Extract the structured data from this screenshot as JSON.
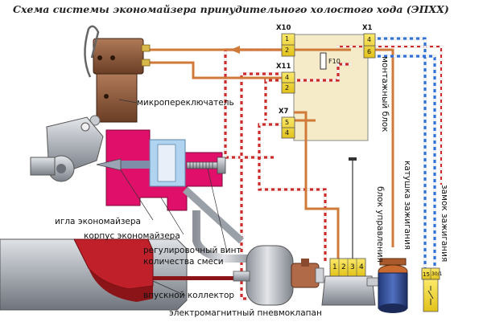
{
  "title": "Схема системы экономайзера принудительного холостого хода (ЭПХХ)",
  "labels": {
    "microswitch": "микропереключатель",
    "needle": "игла экономайзера",
    "body": "корпус экономайзера",
    "screw_line1": "регулировочный винт",
    "screw_line2": "количества смеси",
    "manifold": "впускной коллектор",
    "valve": "электромагнитный пневмоклапан",
    "mount_block": "монтажный блок",
    "control_unit": "блок управления",
    "coil": "катушка зажигания",
    "ignition_lock": "замок зажигания"
  },
  "connectors": {
    "x10": "X10",
    "x1": "X1",
    "x11": "X11",
    "x7": "X7",
    "fuse": "F10"
  },
  "pins": {
    "x10": [
      "1",
      "2"
    ],
    "x1": [
      "4",
      "6"
    ],
    "x11": [
      "4",
      "2"
    ],
    "x7": [
      "5",
      "4"
    ],
    "control": [
      "1",
      "2",
      "3",
      "4"
    ],
    "lock": [
      "15",
      "30/1"
    ]
  },
  "colors": {
    "pink_body": "#e0106a",
    "red_channel": "#c0202a",
    "mount_block_fill": "#f5ebc8",
    "connector_yellow": "#f2dc2a",
    "wire_orange": "#d07a3a",
    "wire_red": "#cc2a2a",
    "wire_blue": "#2f6fd6",
    "wire_white": "#f4f4f4",
    "valve_grey": "#b8bcc2"
  }
}
